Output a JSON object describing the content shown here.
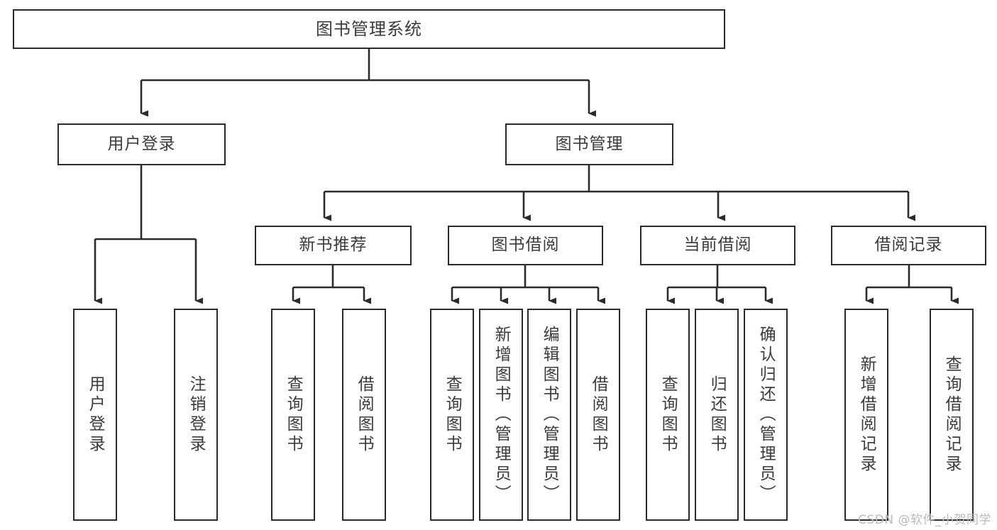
{
  "diagram": {
    "title": "图书管理系统",
    "type": "tree-hierarchy-chart",
    "watermark": "CSDN @软件_小贺同学",
    "colors": {
      "stroke": "#2b2b2b",
      "fill": "#ffffff",
      "text": "#3b3b3b",
      "watermark": "#b9b9b9"
    },
    "root": {
      "label": "图书管理系统"
    },
    "level2": [
      {
        "label": "用户登录"
      },
      {
        "label": "图书管理"
      }
    ],
    "level3": [
      {
        "label": "新书推荐"
      },
      {
        "label": "图书借阅"
      },
      {
        "label": "当前借阅"
      },
      {
        "label": "借阅记录"
      }
    ],
    "leaves": {
      "user_login": [
        {
          "label": "用户登录"
        },
        {
          "label": "注销登录"
        }
      ],
      "new_book_recommend": [
        {
          "label": "查询图书"
        },
        {
          "label": "借阅图书"
        }
      ],
      "book_borrow": [
        {
          "label": "查询图书"
        },
        {
          "label": "新增图书（管理员）"
        },
        {
          "label": "编辑图书（管理员）"
        },
        {
          "label": "借阅图书"
        }
      ],
      "current_borrow": [
        {
          "label": "查询图书"
        },
        {
          "label": "归还图书"
        },
        {
          "label": "确认归还（管理员）"
        }
      ],
      "borrow_record": [
        {
          "label": "新增借阅记录"
        },
        {
          "label": "查询借阅记录"
        }
      ]
    }
  }
}
